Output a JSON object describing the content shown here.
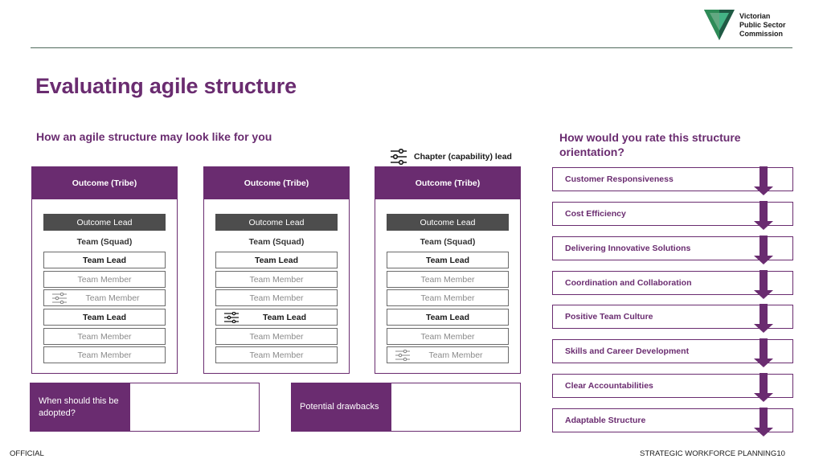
{
  "logo": {
    "lines": [
      "Victorian",
      "Public Sector",
      "Commission"
    ]
  },
  "title": "Evaluating agile structure",
  "left_subtitle": "How an agile structure may look like for you",
  "right_subtitle": "How would you rate this structure orientation?",
  "chapter_legend": {
    "label": "Chapter (capability) lead",
    "icon": "sliders-icon"
  },
  "tribes": [
    {
      "header": "Outcome (Tribe)",
      "rows": [
        "Outcome Lead",
        "Team (Squad)",
        "Team Lead",
        "Team Member",
        "Team Member",
        "Team Lead",
        "Team Member",
        "Team Member"
      ]
    },
    {
      "header": "Outcome (Tribe)",
      "rows": [
        "Outcome Lead",
        "Team (Squad)",
        "Team Lead",
        "Team Member",
        "Team Member",
        "Team Lead",
        "Team Member",
        "Team Member"
      ]
    },
    {
      "header": "Outcome (Tribe)",
      "rows": [
        "Outcome Lead",
        "Team (Squad)",
        "Team Lead",
        "Team Member",
        "Team Member",
        "Team Lead",
        "Team Member",
        "Team Member"
      ]
    }
  ],
  "questions": [
    {
      "label": "When should this be adopted?"
    },
    {
      "label": "Potential drawbacks"
    }
  ],
  "ratings": [
    "Customer Responsiveness",
    "Cost Efficiency",
    "Delivering Innovative Solutions",
    "Coordination and Collaboration",
    "Positive Team Culture",
    "Skills and Career Development",
    "Clear Accountabilities",
    "Adaptable Structure"
  ],
  "footer": {
    "classification": "OFFICIAL",
    "section": "STRATEGIC WORKFORCE PLANNING",
    "page": "10"
  },
  "colors": {
    "brand_purple": "#6a2c70",
    "dark_grey": "#4d4d4d",
    "logo_green": "#1f5a44"
  }
}
